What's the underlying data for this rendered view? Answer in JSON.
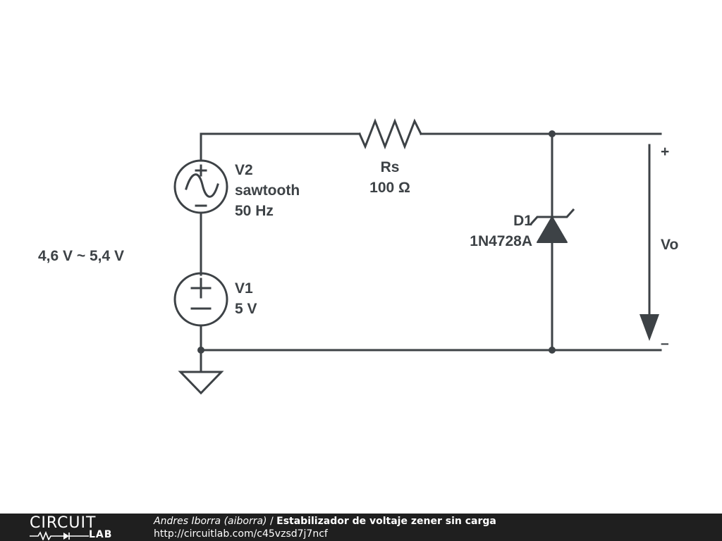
{
  "diagram": {
    "range_label": "4,6 V ~ 5,4 V",
    "v2": {
      "name": "V2",
      "type": "sawtooth",
      "freq": "50 Hz"
    },
    "v1": {
      "name": "V1",
      "value": "5 V"
    },
    "rs": {
      "name": "Rs",
      "value": "100 Ω"
    },
    "d1": {
      "name": "D1",
      "part": "1N4728A"
    },
    "output": {
      "plus": "+",
      "label": "Vo",
      "minus": "–"
    }
  },
  "footer": {
    "logo_top": "CIRCUIT",
    "logo_bottom": "LAB",
    "author": "Andres Iborra (aiborra)",
    "separator": " / ",
    "title": "Estabilizador de voltaje zener sin carga",
    "url": "http://circuitlab.com/c45vzsd7j7ncf"
  },
  "colors": {
    "stroke": "#3d4246",
    "footer_bg": "#1f1f1f"
  }
}
